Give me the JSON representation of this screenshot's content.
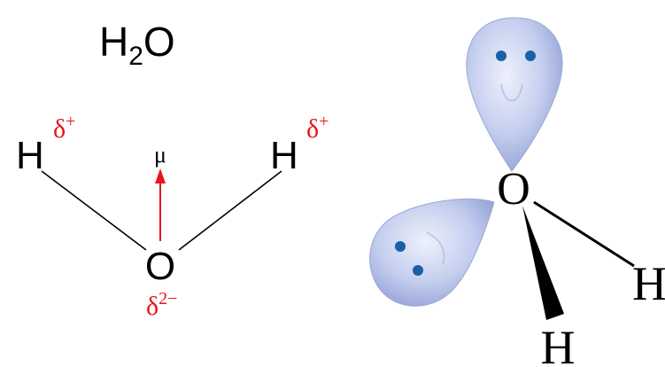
{
  "left_structure": {
    "formula": {
      "main": "H",
      "subscript": "2",
      "tail": "O"
    },
    "hydrogen_left": "H",
    "hydrogen_right": "H",
    "oxygen": "O",
    "charge_left": {
      "symbol": "δ",
      "sign": "+"
    },
    "charge_right": {
      "symbol": "δ",
      "sign": "+"
    },
    "charge_oxygen": {
      "symbol": "δ",
      "sign": "2−"
    },
    "dipole_label": "μ",
    "colors": {
      "bond": "#000000",
      "charge": "#e8141c",
      "dipole_arrow": "#e8141c",
      "text": "#000000"
    }
  },
  "right_structure": {
    "oxygen": "O",
    "hydrogen_bottom": "H",
    "hydrogen_right": "H",
    "colors": {
      "lobe_light": "#dfe5f7",
      "lobe_mid": "#b3bfe6",
      "lobe_dark": "#8b99cf",
      "electron_dot": "#1a5fa8",
      "bond": "#000000"
    }
  }
}
